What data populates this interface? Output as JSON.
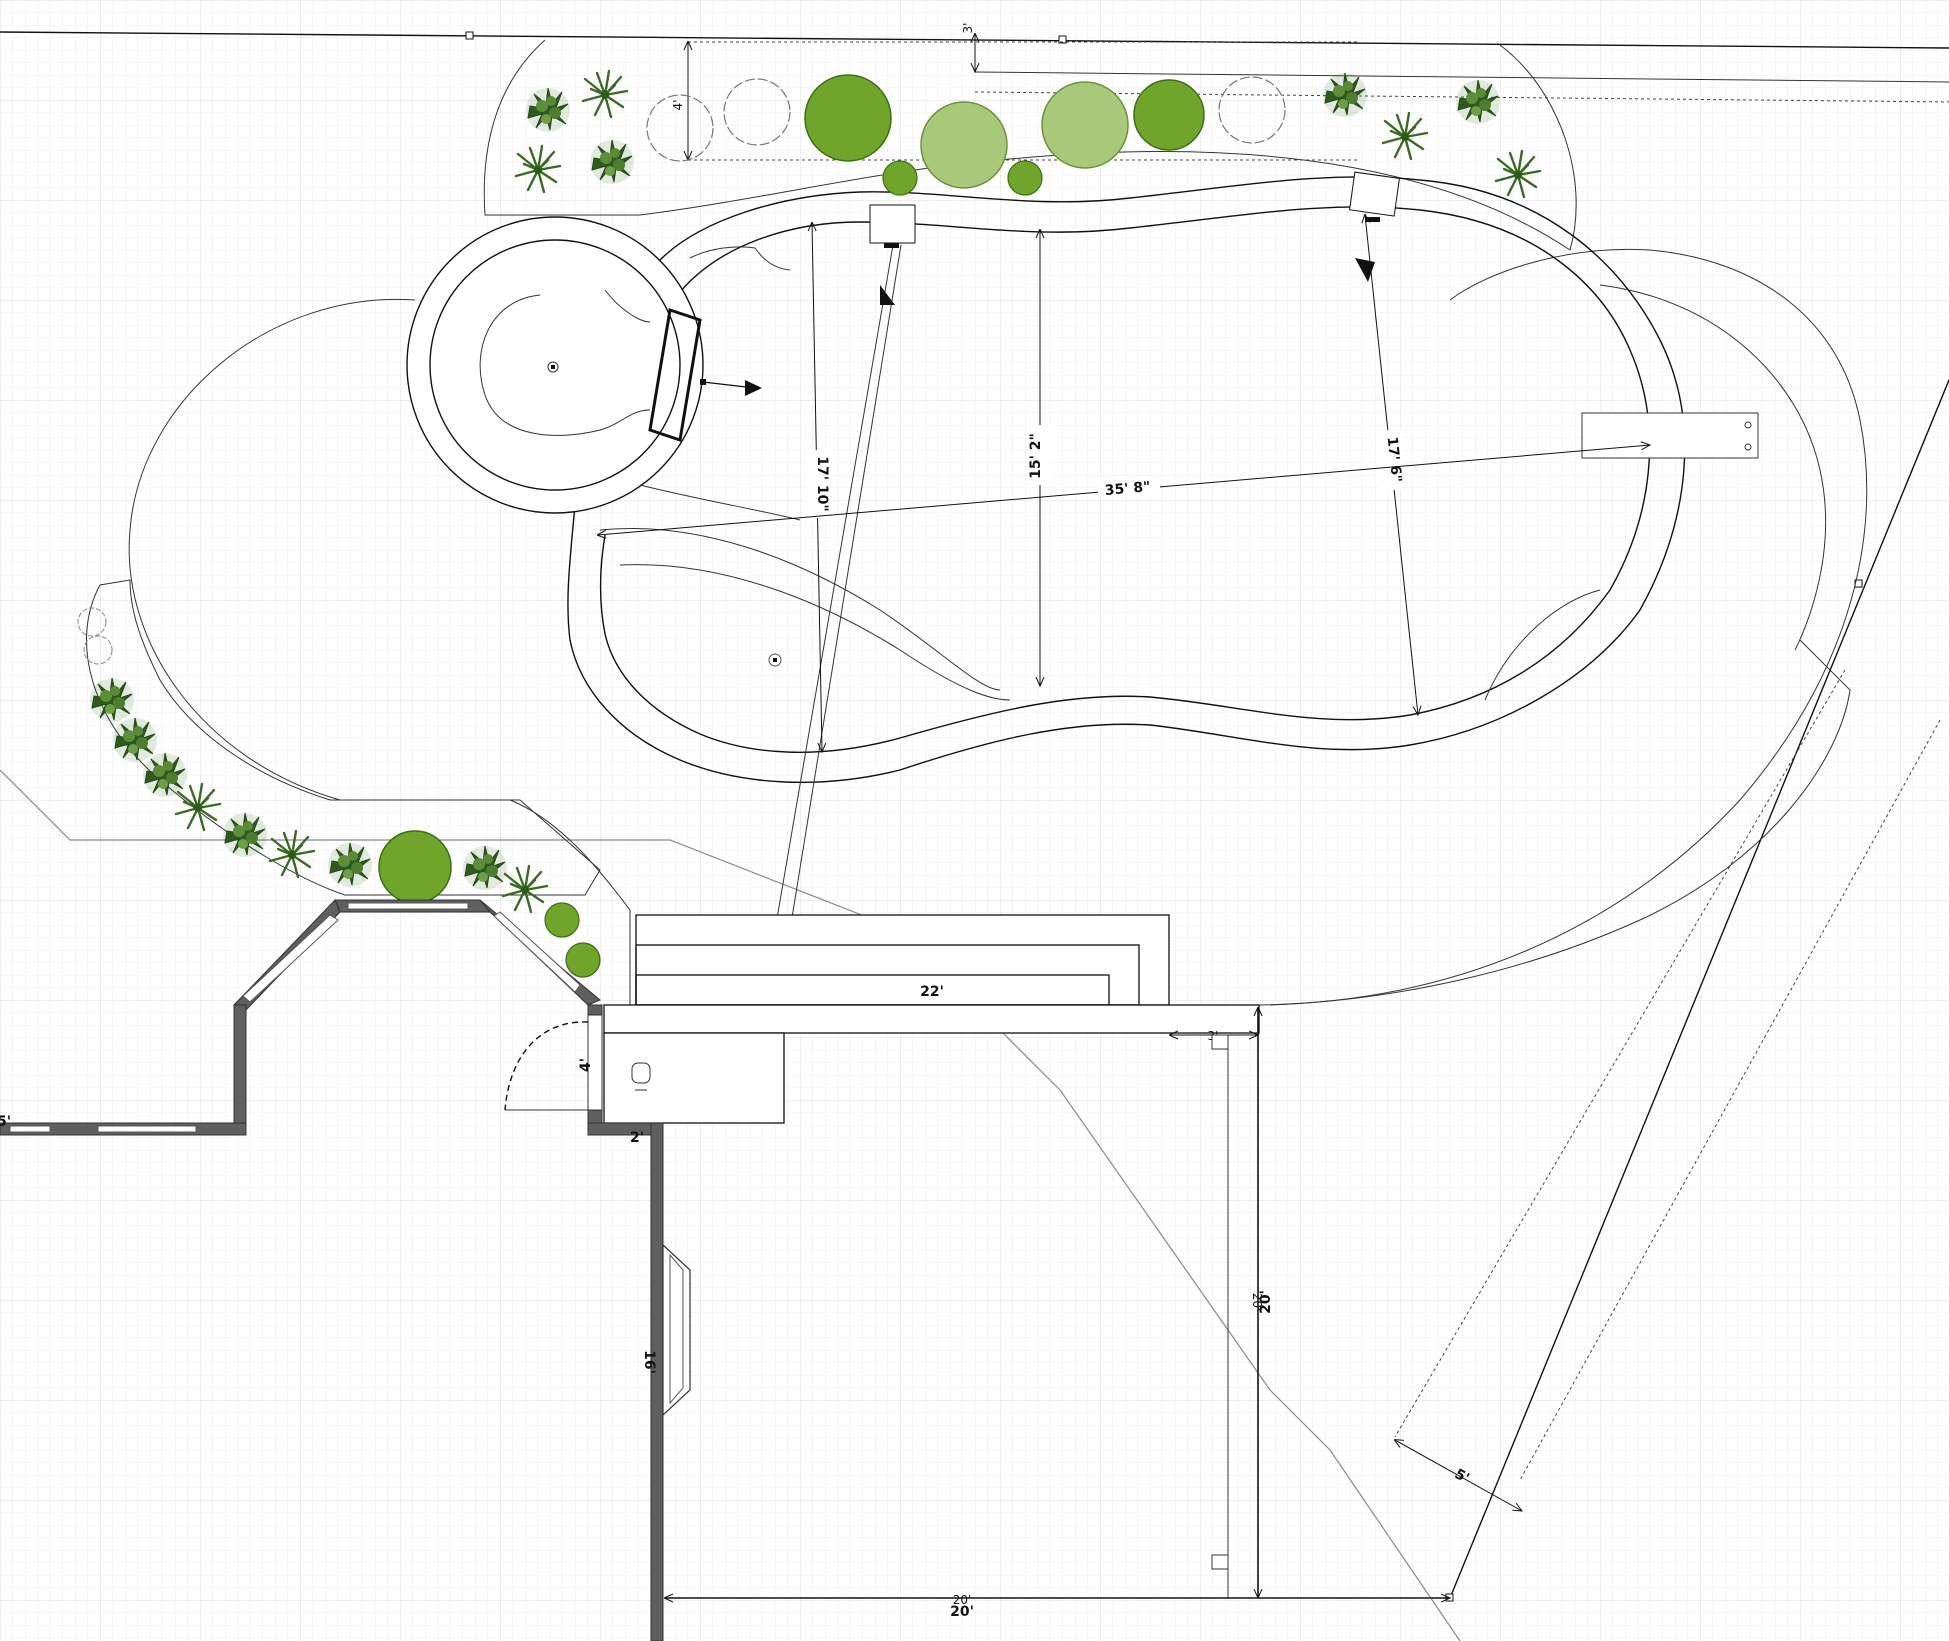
{
  "colors": {
    "background": "#ffffff",
    "grid_minor": "#eeeeee",
    "grid_major": "#dddddd",
    "line": "#111111",
    "wall": "#5f5f5f",
    "tree_dark": "#6fa52a",
    "tree_light": "#a9c97a",
    "shrub": "#3f6b2a"
  },
  "dimensions": {
    "top_setback": "3'",
    "planter_width": "4'",
    "pool_width_left": "17' 10\"",
    "pool_width_mid": "15' 2\"",
    "pool_width_right": "17' 6\"",
    "pool_length": "35' 8\"",
    "steps_length": "22'",
    "door_width": "4'",
    "corner_wall": "2'",
    "house_wall": "16'",
    "patio_depth": "20'",
    "patio_depth_ghost": "20'",
    "patio_width": "20'",
    "patio_width_ghost": "20'",
    "patio_offset": "3'",
    "diagonal_offset": "5'",
    "edge_fragment": "5'"
  },
  "icons": [
    "spa-icon",
    "tree-icon",
    "shrub-icon",
    "grass-icon",
    "door-icon",
    "grill-icon",
    "drain-icon",
    "diving-board-icon"
  ]
}
